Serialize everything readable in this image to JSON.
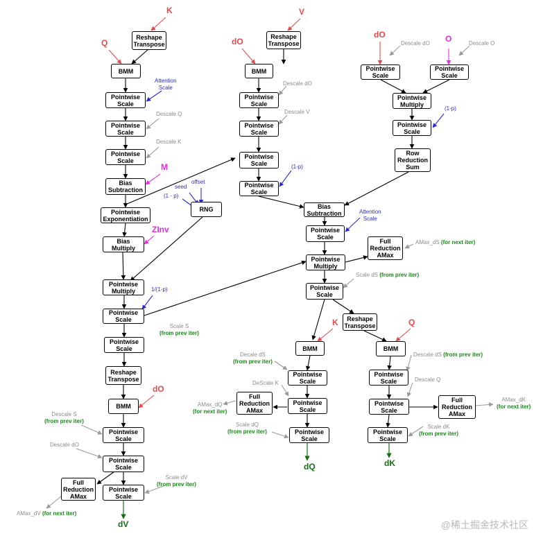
{
  "nodes": {
    "reshape_k": "Reshape\nTranspose",
    "bmm1": "BMM",
    "ps_attn1": "Pointwise\nScale",
    "ps_q1": "Pointwise\nScale",
    "ps_k1": "Pointwise\nScale",
    "bias_sub1": "Bias\nSubtraction",
    "pw_exp": "Pointwise\nExponentiation",
    "bias_mul": "Bias\nMultiply",
    "pw_mul1": "Pointwise\nMultiply",
    "ps_drop1": "Pointwise\nScale",
    "ps_s": "Pointwise\nScale",
    "reshape_s": "Reshape\nTranspose",
    "bmm_dv": "BMM",
    "ps_descs": "Pointwise\nScale",
    "ps_desdo": "Pointwise\nScale",
    "full_red_dv": "Full\nReduction\nAMax",
    "ps_scale_dv": "Pointwise\nScale",
    "rng": "RNG",
    "reshape_v": "Reshape\nTranspose",
    "bmm2": "BMM",
    "ps_desdo2": "Pointwise\nScale",
    "ps_desv": "Pointwise\nScale",
    "pw_scale_mid": "Pointwise\nScale",
    "ps_onep_mid": "Pointwise\nScale",
    "ps_do": "Pointwise\nScale",
    "ps_o": "Pointwise\nScale",
    "pw_mul_do": "Pointwise\nMultiply",
    "ps_onep_r": "Pointwise\nScale",
    "row_red": "Row\nReduction\nSum",
    "bias_sub2": "Bias\nSubtraction",
    "ps_attn2": "Pointwise\nScale",
    "full_red_ds": "Full\nReduction\nAMax",
    "pw_mul2": "Pointwise\nMultiply",
    "ps_ds": "Pointwise\nScale",
    "reshape_ds": "Reshape\nTranspose",
    "bmm_dq": "BMM",
    "ps_desds_q": "Pointwise\nScale",
    "ps_desk_q": "Pointwise\nScale",
    "full_red_dq": "Full\nReduction\nAMax",
    "ps_scale_dq": "Pointwise\nScale",
    "bmm_dk": "BMM",
    "ps_desds_k": "Pointwise\nScale",
    "ps_desq_k": "Pointwise\nScale",
    "full_red_dk": "Full\nReduction\nAMax",
    "ps_scale_dk": "Pointwise\nScale"
  },
  "inputs": {
    "k1": "K",
    "q1": "Q",
    "m": "M",
    "zinv": "ZInv",
    "do1": "dO",
    "v": "V",
    "do2": "dO",
    "do3": "dO",
    "o": "O",
    "k2": "K",
    "q2": "Q"
  },
  "labels": {
    "attention_scale1": "Attention\nScale",
    "descale_q1": "Descale Q",
    "descale_k1": "Descale K",
    "seed": "seed",
    "offset": "offset",
    "one_minus_p1": "(1 - p)",
    "inv_one_minus_p": "1/(1-p)",
    "scale_s_a": "Scale S",
    "scale_s_b": "(from prev iter)",
    "descale_s_a": "Descale S",
    "descale_s_b": "(from prev iter)",
    "descale_do1": "Descale dO",
    "scale_dv_a": "Scale dV",
    "scale_dv_b": "(from prev iter)",
    "amax_dv_a": "AMax_dV",
    "amax_dv_b": "(for next iter)",
    "descale_do2": "Descale dO",
    "descale_v": "Descale V",
    "one_minus_p2": "(1-p)",
    "descale_do3": "Descale dO",
    "descale_o": "Descale O",
    "one_minus_p3": "(1-p)",
    "attention_scale2": "Attention\nScale",
    "amax_ds_a": "AMax_dS",
    "amax_ds_b": "(for next iter)",
    "scale_ds_a": "Scale dS",
    "scale_ds_b": "(from prev iter)",
    "descale_ds_q_a": "Decale dS",
    "descale_ds_q_b": "(from prev iter)",
    "descale_k2": "DeScale K",
    "amax_dq_a": "AMax_dQ",
    "amax_dq_b": "(for next iter)",
    "scale_dq_a": "Scale dQ",
    "scale_dq_b": "(from prev iter)",
    "descale_ds_k_a": "Descale dS",
    "descale_ds_k_b": "(from prev iter)",
    "descale_q2": "Descale Q",
    "amax_dk_a": "AMax_dK",
    "amax_dk_b": "(for next iter)",
    "scale_dk_a": "Scale dK",
    "scale_dk_b": "(from prev iter)"
  },
  "outputs": {
    "dv": "dV",
    "dq": "dQ",
    "dk": "dK"
  },
  "watermark": "@稀土掘金技术社区",
  "colors": {
    "red": "#e24a4a",
    "magenta": "#e32be3",
    "blue": "#2b2bd0",
    "gray": "#8c8c8c",
    "green": "#168a16",
    "black": "#000000"
  }
}
